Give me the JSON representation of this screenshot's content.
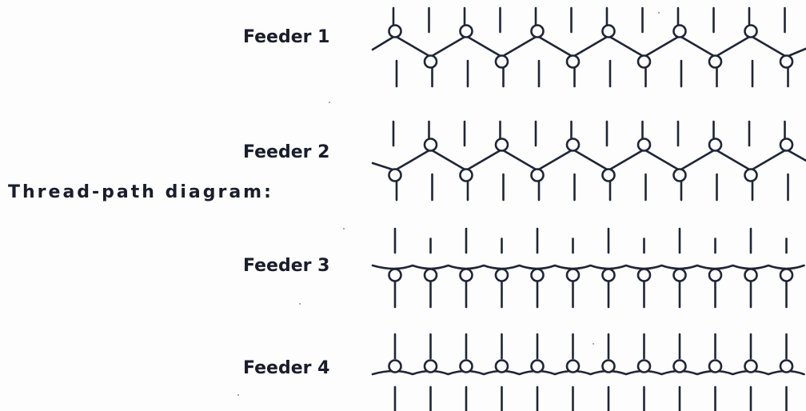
{
  "caption": "Thread-path diagram:",
  "feeders": [
    {
      "label": "Feeder 1",
      "pattern": "zigzag",
      "start": "up",
      "colors": {
        "ink": "#1f2538"
      }
    },
    {
      "label": "Feeder 2",
      "pattern": "zigzag",
      "start": "down",
      "colors": {
        "ink": "#1f2538"
      }
    },
    {
      "label": "Feeder 3",
      "pattern": "all-down"
    },
    {
      "label": "Feeder 4",
      "pattern": "all-up"
    }
  ],
  "colors": {
    "ink": "#1f2538",
    "paper": "#fdfdfd"
  }
}
